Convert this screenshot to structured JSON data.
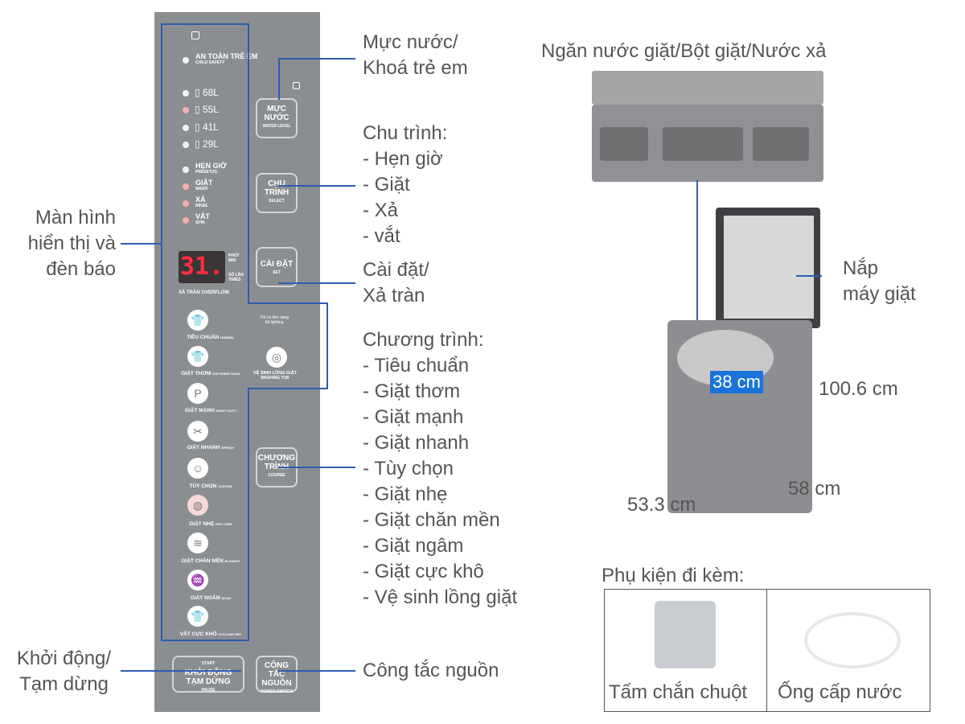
{
  "panel": {
    "child_safety": "AN TOÀN TRẺ EM",
    "child_safety_en": "CHILD SAFETY",
    "levels": [
      "68L",
      "55L",
      "41L",
      "29L"
    ],
    "status": [
      {
        "vi": "HẸN GIỜ",
        "en": "PRESET(H)"
      },
      {
        "vi": "GIẶT",
        "en": "WASH"
      },
      {
        "vi": "XẢ",
        "en": "RINSE"
      },
      {
        "vi": "VẮT",
        "en": "SPIN"
      }
    ],
    "display": "31.",
    "display_min": "PHÚT MIN",
    "display_times": "SỐ LẦN TIMES",
    "overflow": "XẢ TRÀN OVERFLOW",
    "programs": [
      {
        "vi": "TIÊU CHUẨN",
        "en": "NORMAL"
      },
      {
        "vi": "GIẶT THƠM",
        "en": "SOFTENER SOAK"
      },
      {
        "vi": "GIẶT MẠNH",
        "en": "HEAVY DUTY"
      },
      {
        "vi": "GIẶT NHANH",
        "en": "SPEEDY"
      },
      {
        "vi": "TÙY CHỌN",
        "en": "CUSTOM"
      },
      {
        "vi": "GIẶT NHẸ",
        "en": "DRY CARE"
      },
      {
        "vi": "GIẶT CHĂN MỀN",
        "en": "BLANKET"
      },
      {
        "vi": "GIẶT NGÂM",
        "en": "SOAK"
      },
      {
        "vi": "VẮT CỰC KHÔ",
        "en": "CYCLONE DRY"
      }
    ],
    "all_lights": "Tất cả đèn sáng",
    "all_lights_en": "All lighting",
    "tub_clean": "VỆ SINH LỒNG GIẶT",
    "tub_clean_en": "WASHING TUB",
    "btn_water": [
      "MỰC",
      "NƯỚC",
      "WATER LEVEL"
    ],
    "btn_cycle": [
      "CHU",
      "TRÌNH",
      "SELECT"
    ],
    "btn_set": [
      "CÀI ĐẶT",
      "SET"
    ],
    "btn_course": [
      "CHƯƠNG",
      "TRÌNH",
      "COURSE"
    ],
    "btn_start": [
      "START",
      "KHỞI ĐỘNG",
      "TẠM DỪNG",
      "PAUSE"
    ],
    "btn_power": [
      "CÔNG TẮC",
      "NGUỒN",
      "POWER SWITCH"
    ]
  },
  "labels": {
    "display": [
      "Màn hình",
      "hiển thị và",
      "đèn báo"
    ],
    "start": [
      "Khởi động/",
      "Tạm dừng"
    ],
    "water": [
      "Mực nước/",
      "Khoá trẻ em"
    ],
    "cycle": [
      "Chu trình:",
      "- Hẹn giờ",
      "- Giặt",
      "- Xả",
      "- vắt"
    ],
    "set": [
      "Cài đặt/",
      "Xả tràn"
    ],
    "programs": [
      "Chương trình:",
      "- Tiêu chuẩn",
      "- Giặt thơm",
      "- Giặt mạnh",
      "- Giặt nhanh",
      "- Tùy chọn",
      "- Giặt nhẹ",
      "- Giặt chăn mền",
      "- Giặt ngâm",
      "- Giặt cực khô",
      "- Vệ sinh lồng giặt"
    ],
    "power": "Công tắc nguồn",
    "drawer": "Ngăn nước giặt/Bột giặt/Nước xả",
    "lid": [
      "Nắp",
      "máy giặt"
    ],
    "tub_width": "38 cm",
    "height": "100.6 cm",
    "depth": "58 cm",
    "width": "53.3 cm",
    "accessories": "Phụ kiện đi kèm:",
    "acc_items": [
      "Tấm chắn chuột",
      "Ống cấp nước"
    ]
  }
}
